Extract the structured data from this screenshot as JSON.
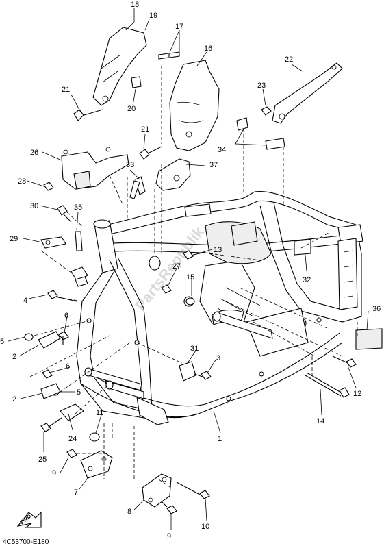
{
  "diagram": {
    "code": "4C53700-E180",
    "watermark": "PartsRepublik",
    "forward_label": "FWD",
    "callouts": {
      "c1": "1",
      "c2a": "2",
      "c2b": "2",
      "c3": "3",
      "c4": "4",
      "c5a": "5",
      "c5b": "5",
      "c6a": "6",
      "c6b": "6",
      "c7": "7",
      "c8": "8",
      "c9a": "9",
      "c9b": "9",
      "c10": "10",
      "c11": "11",
      "c12": "12",
      "c13": "13",
      "c14": "14",
      "c15": "15",
      "c16": "16",
      "c17": "17",
      "c18": "18",
      "c19": "19",
      "c20": "20",
      "c21a": "21",
      "c21b": "21",
      "c22": "22",
      "c23": "23",
      "c24": "24",
      "c25": "25",
      "c26": "26",
      "c27": "27",
      "c28": "28",
      "c29": "29",
      "c30": "30",
      "c31": "31",
      "c32": "32",
      "c33": "33",
      "c34": "34",
      "c35": "35",
      "c36": "36",
      "c37": "37"
    }
  }
}
